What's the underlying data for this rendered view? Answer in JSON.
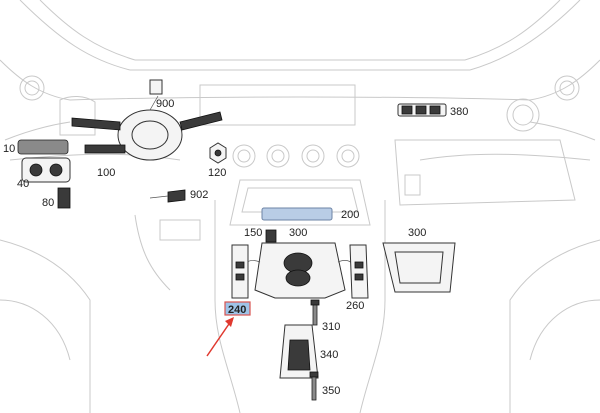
{
  "diagram": {
    "callouts": [
      {
        "id": "c900",
        "text": "900"
      },
      {
        "id": "c380",
        "text": "380"
      },
      {
        "id": "c10",
        "text": "10"
      },
      {
        "id": "c40",
        "text": "40"
      },
      {
        "id": "c100",
        "text": "100"
      },
      {
        "id": "c120",
        "text": "120"
      },
      {
        "id": "c902",
        "text": "902"
      },
      {
        "id": "c80",
        "text": "80"
      },
      {
        "id": "c200",
        "text": "200"
      },
      {
        "id": "c150",
        "text": "150"
      },
      {
        "id": "c300a",
        "text": "300"
      },
      {
        "id": "c300b",
        "text": "300"
      },
      {
        "id": "c240",
        "text": "240"
      },
      {
        "id": "c260",
        "text": "260"
      },
      {
        "id": "c310",
        "text": "310"
      },
      {
        "id": "c340",
        "text": "340"
      },
      {
        "id": "c350",
        "text": "350"
      }
    ],
    "highlight": {
      "callout": "c240",
      "fill": "#9ec3e8",
      "stroke": "#d9534f",
      "arrow_color": "#e0392f"
    },
    "colors": {
      "outline": "#c9c9c9",
      "part_stroke": "#333333",
      "text": "#222222"
    }
  }
}
